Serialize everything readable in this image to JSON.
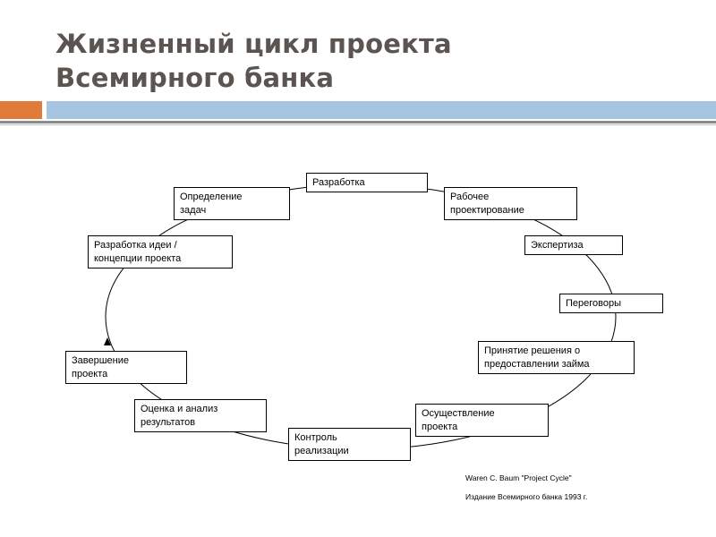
{
  "title": {
    "line1": "Жизненный цикл проекта",
    "line2": "Всемирного банка"
  },
  "colors": {
    "title": "#5b5450",
    "accent_orange": "#e07b39",
    "accent_blue": "#a5c5e1",
    "rule": "#8a8a8a"
  },
  "stages": [
    "Разработка",
    "Рабочее\nпроектирование",
    "Экспертиза",
    "Переговоры",
    "Принятие решения о\nпредоставлении займа",
    "Осуществление\nпроекта",
    "Контроль\nреализации",
    "Оценка и анализ\nрезультатов",
    "Завершение\nпроекта",
    "Разработка идеи /\nконцепции проекта",
    "Определение\nзадач"
  ],
  "source": {
    "author": "Waren C. Baum \"Project Cycle\"",
    "publisher": "Издание Всемирного банка 1993 г."
  }
}
